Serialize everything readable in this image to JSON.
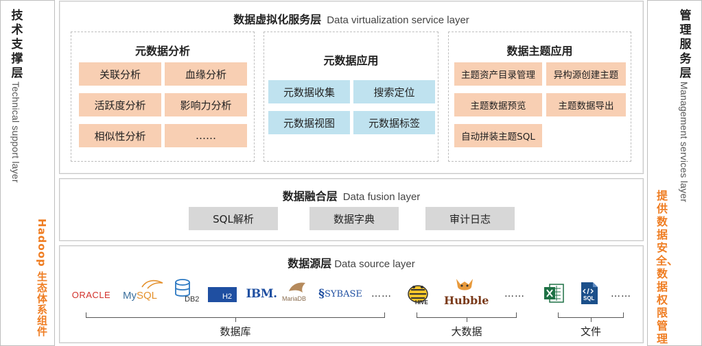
{
  "left_side": {
    "title_cn": "技术支撑层",
    "title_en": "Technical support layer",
    "component": "Hadoop 生态体系组件"
  },
  "right_side": {
    "title_cn": "管理服务层",
    "title_en": "Management services layer",
    "note": "提供数据安全、数据权限管理"
  },
  "virtualization": {
    "title_cn": "数据虚拟化服务层",
    "title_en": "Data virtualization service layer",
    "metadata_analysis": {
      "title": "元数据分析",
      "items": [
        "关联分析",
        "血缘分析",
        "活跃度分析",
        "影响力分析",
        "相似性分析",
        "……"
      ]
    },
    "metadata_app": {
      "title": "元数据应用",
      "items": [
        "元数据收集",
        "搜索定位",
        "元数据视图",
        "元数据标签"
      ]
    },
    "subject_app": {
      "title": "数据主题应用",
      "items": [
        "主题资产目录管理",
        "异构源创建主题",
        "主题数据预览",
        "主题数据导出",
        "自动拼装主题SQL"
      ]
    }
  },
  "fusion": {
    "title_cn": "数据融合层",
    "title_en": "Data fusion layer",
    "items": [
      "SQL解析",
      "数据字典",
      "审计日志"
    ]
  },
  "source": {
    "title_cn": "数据源层",
    "title_en": "Data source layer",
    "logos": {
      "oracle": "ORACLE",
      "mysql_my": "My",
      "mysql_sql": "SQL",
      "db2": "DB2",
      "h2": "H2",
      "ibm": "IBM.",
      "mariadb": "MariaDB",
      "sybase": "SYBASE",
      "hive": "HIVE",
      "hubble": "Hubble",
      "sql_file": "SQL"
    },
    "ellipsis": "……",
    "groups": [
      "数据库",
      "大数据",
      "文件"
    ]
  },
  "colors": {
    "orange_chip": "#f8cfb3",
    "blue_chip": "#bfe2ef",
    "gray_chip": "#d7d7d7",
    "orange_text": "#ef7d22"
  }
}
